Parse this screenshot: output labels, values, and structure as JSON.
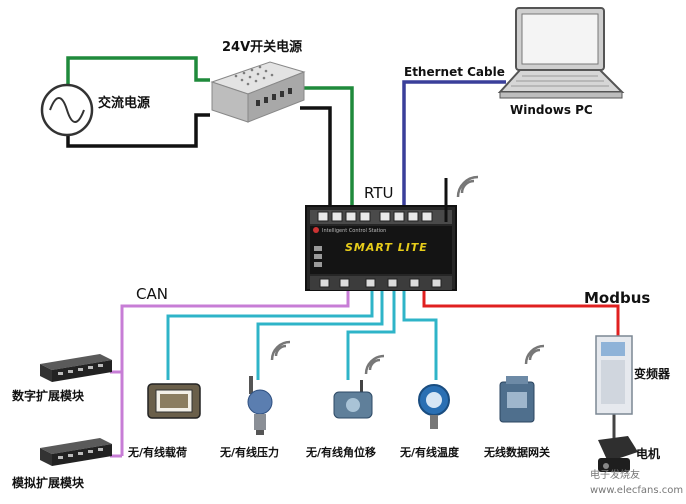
{
  "labels": {
    "ac_power": "交流电源",
    "psu": "24V开关电源",
    "ethernet": "Ethernet Cable",
    "pc": "Windows PC",
    "rtu": "RTU",
    "device_brand": "SMART LITE",
    "device_subtitle": "Intelligent Control Station",
    "can": "CAN",
    "modbus": "Modbus",
    "digital_module": "数字扩展模块",
    "analog_module": "模拟扩展模块",
    "load": "无/有线载荷",
    "pressure": "无/有线压力",
    "angle": "无/有线角位移",
    "temperature": "无/有线温度",
    "gateway": "无线数据网关",
    "inverter": "变频器",
    "motor": "电机",
    "watermark": "www.elecfans.com",
    "watermark_brand": "电子发烧友"
  },
  "colors": {
    "power_green": "#1f8a3b",
    "power_black": "#111111",
    "ethernet_blue": "#3a3f9a",
    "can_purple": "#c77dd6",
    "sensor_cyan": "#2fb4c8",
    "modbus_red": "#e02020"
  }
}
